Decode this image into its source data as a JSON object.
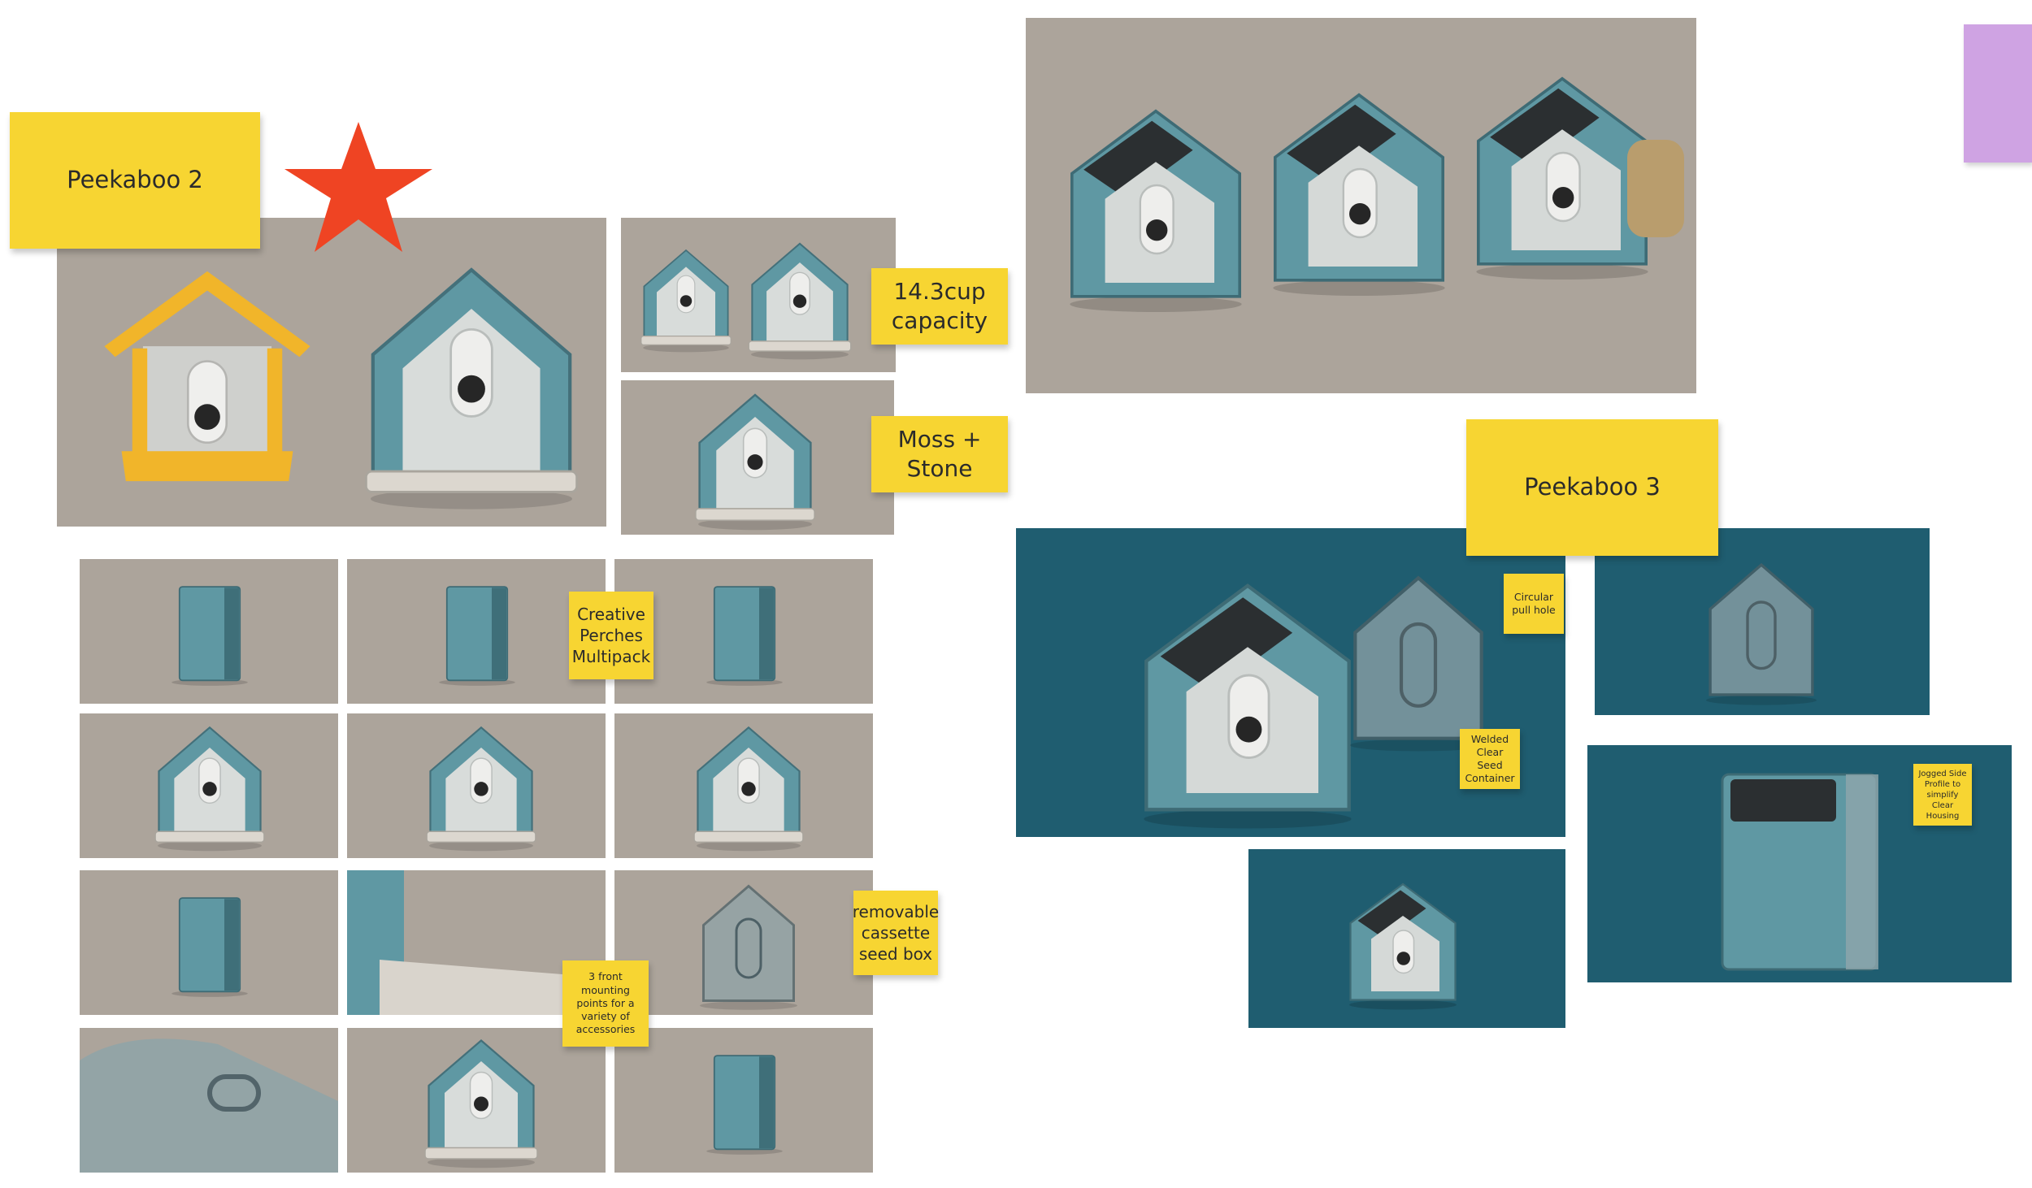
{
  "board": {
    "left_title": "Peekaboo 2",
    "right_title": "Peekaboo 3"
  },
  "notes": {
    "capacity": "14.3cup capacity",
    "finish": "Moss + Stone",
    "perches": "Creative Perches Multipack",
    "cassette": "removable cassette seed box",
    "mounting": "3 front mounting points for a variety of accessories",
    "pull_hole": "Circular pull hole",
    "welded": "Welded Clear Seed Container",
    "jogged": "Jogged Side Profile to simplify Clear Housing"
  },
  "icons": {
    "star": "star-icon",
    "star_color": "#ef4423"
  },
  "colors": {
    "note_yellow": "#f7d532",
    "render_gray": "#aca49b",
    "render_teal": "#1f5d70",
    "product_teal": "#5f98a3",
    "accent_yellow": "#f1b52a",
    "sticky_purple": "#cfa3e3"
  }
}
